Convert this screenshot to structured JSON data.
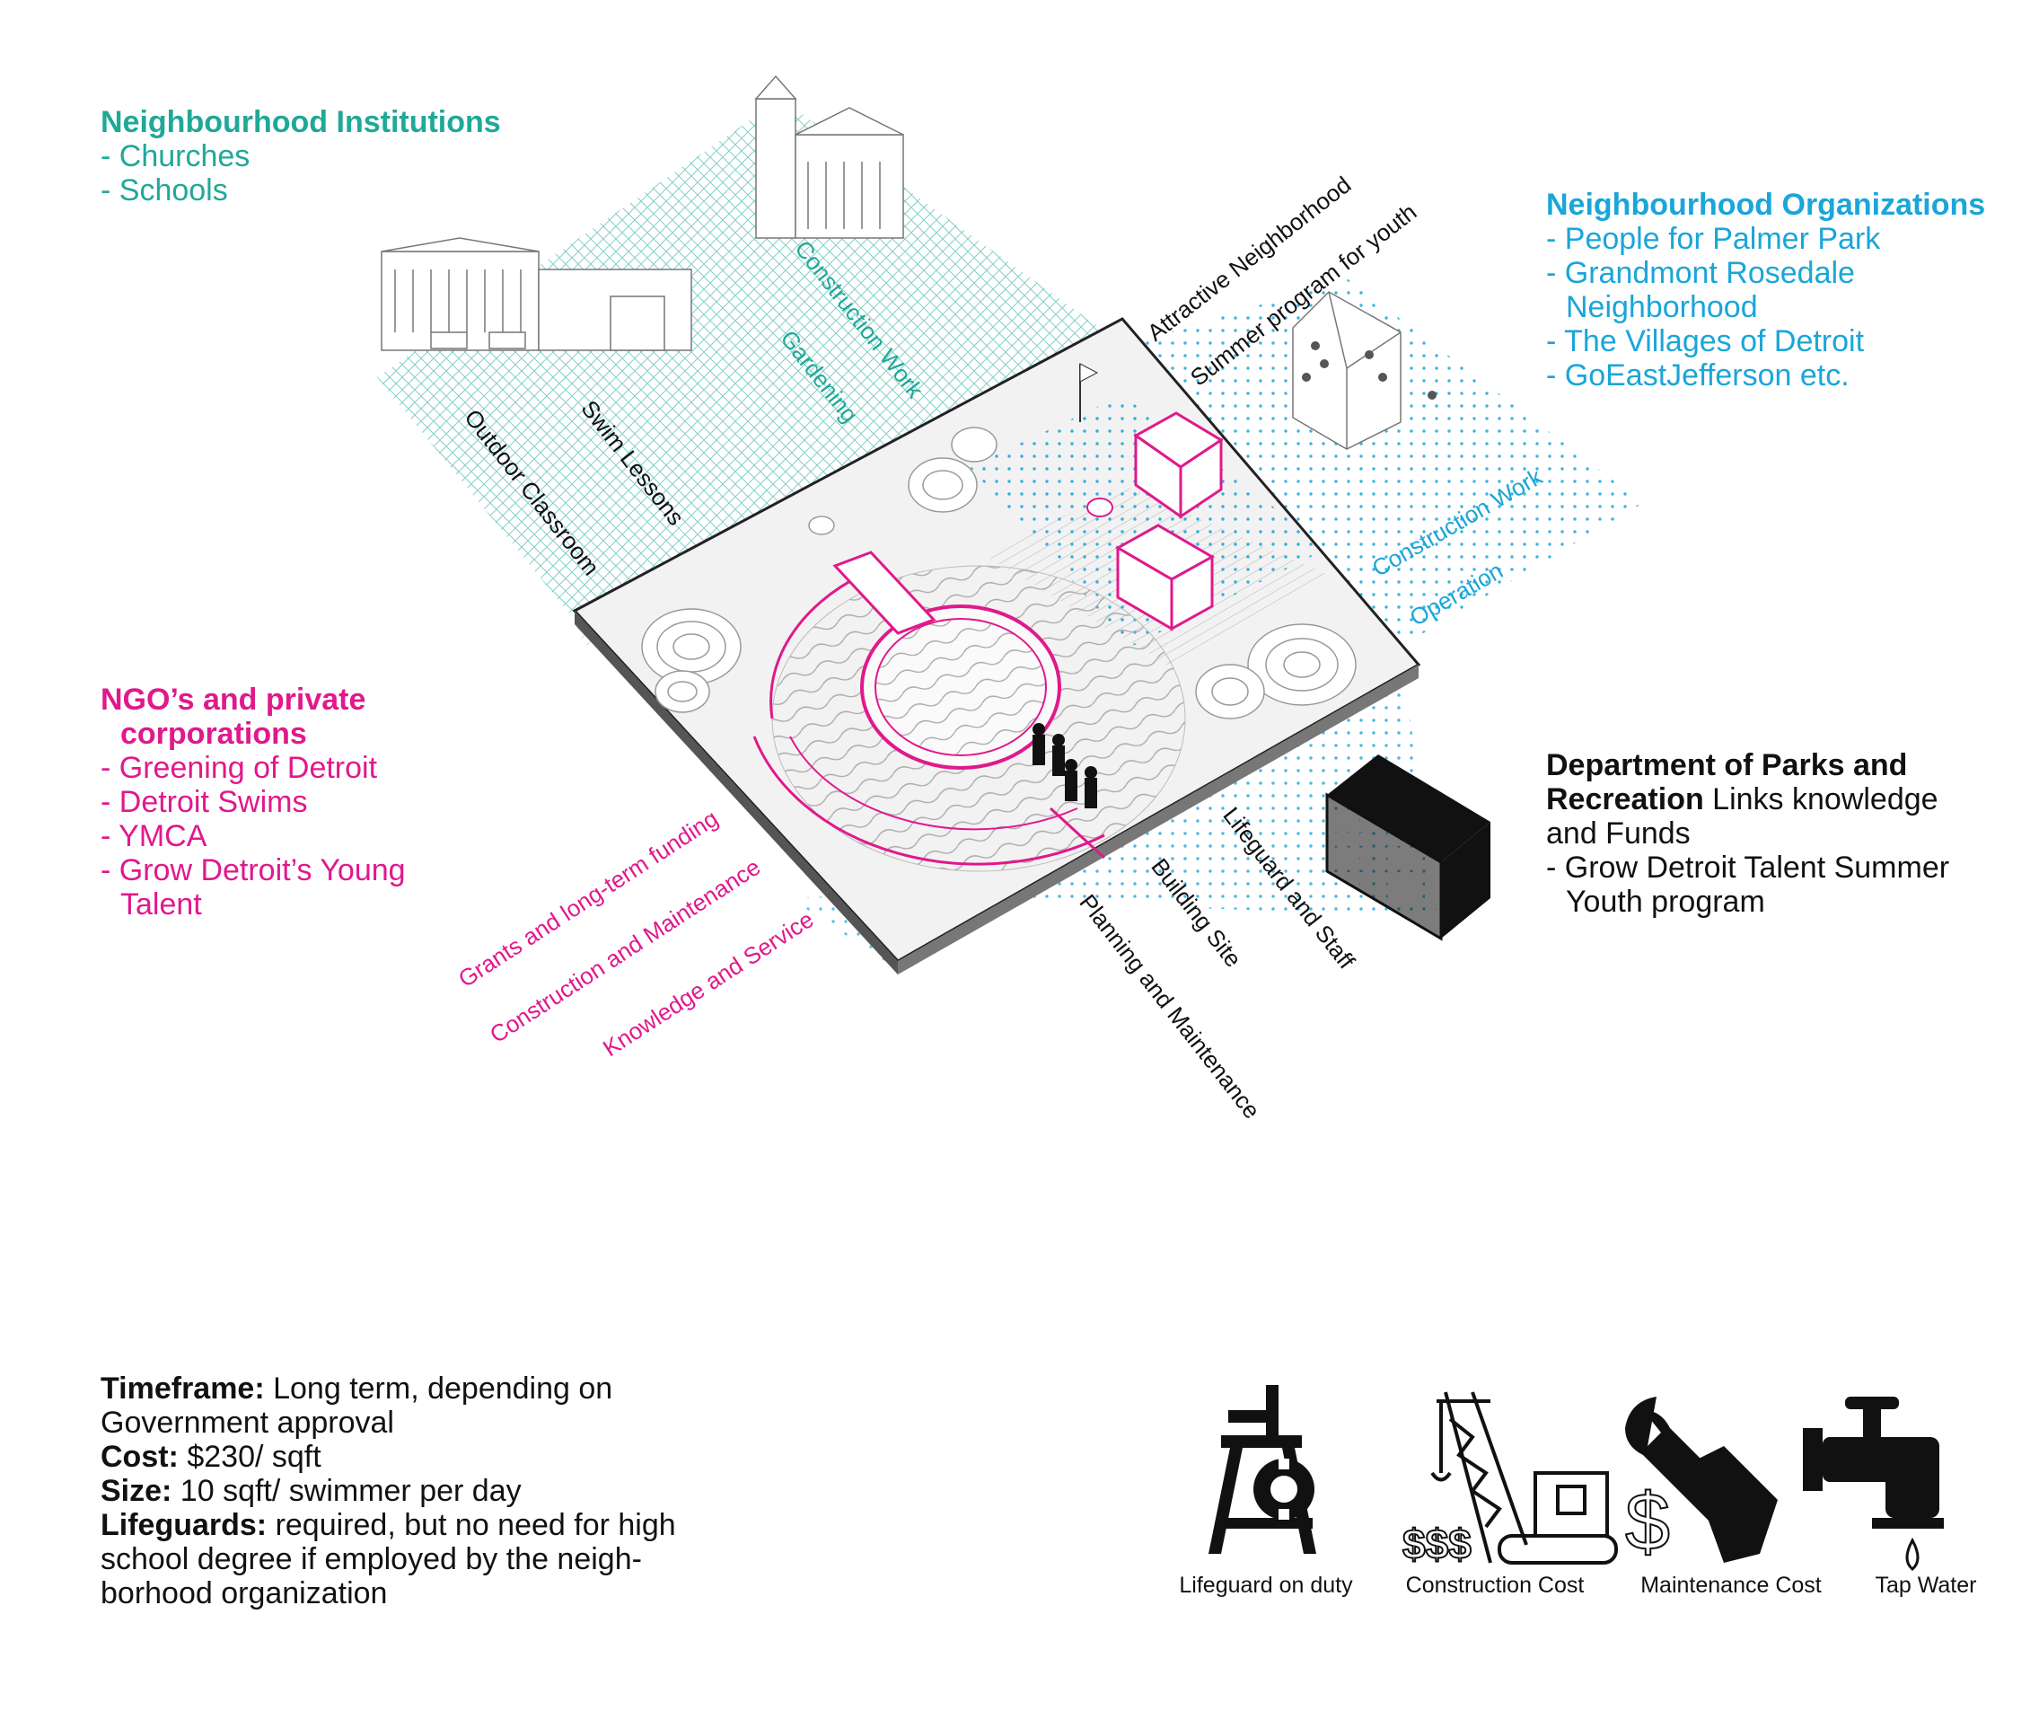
{
  "institutions": {
    "title": "Neighbourhood Institutions",
    "items": [
      "- Churches",
      "- Schools"
    ],
    "color": "#20a898"
  },
  "organizations": {
    "title": "Neighbourhood Organizations",
    "items": [
      "- People for Palmer Park",
      "- Grandmont Rosedale",
      "Neighborhood",
      "- The Villages of Detroit",
      "- GoEastJefferson etc."
    ],
    "color": "#1aa6d8"
  },
  "ngo": {
    "title_1": "NGO’s and private",
    "title_2": "corporations",
    "items": [
      "- Greening of Detroit",
      "- Detroit Swims",
      "- YMCA",
      "- Grow Detroit’s Young",
      "Talent"
    ],
    "color": "#e0198c"
  },
  "parks": {
    "title_1": "Department of Parks and",
    "title_2_bold": "Recreation",
    "title_2_rest": " Links knowledge",
    "title_3": "and Funds",
    "items": [
      "- Grow Detroit Talent Summer",
      "Youth program"
    ]
  },
  "flow_labels": {
    "teal": [
      "Construction Work",
      "Gardening"
    ],
    "black_top": [
      "Attractive Neighborhood",
      "Summer program for youth"
    ],
    "black_left": [
      "Swim Lessons",
      "Outdoor Classroom"
    ],
    "cyan": [
      "Construction Work",
      "Operation"
    ],
    "magenta": [
      "Grants and long-term funding",
      "Construction and Maintenance",
      "Knowledge and Service"
    ],
    "black_bottom": [
      "Lifeguard  and Staff",
      "Building Site",
      "Planning and Maintenance"
    ]
  },
  "facts": [
    {
      "label": "Timeframe:",
      "text": " Long term, depending on"
    },
    {
      "label": "",
      "text": "Government approval"
    },
    {
      "label": "Cost:",
      "text": " $230/ sqft"
    },
    {
      "label": "Size:",
      "text": " 10 sqft/ swimmer per day"
    },
    {
      "label": "Lifeguards:",
      "text": " required, but no need for high"
    },
    {
      "label": "",
      "text": "school degree if employed by the neigh-"
    },
    {
      "label": "",
      "text": "borhood organization"
    }
  ],
  "icons": [
    {
      "name": "lifeguard-chair-icon",
      "label": "Lifeguard on duty"
    },
    {
      "name": "crane-icon",
      "label": "Construction Cost"
    },
    {
      "name": "wrench-icon",
      "label": "Maintenance Cost"
    },
    {
      "name": "faucet-icon",
      "label": "Tap Water"
    }
  ]
}
